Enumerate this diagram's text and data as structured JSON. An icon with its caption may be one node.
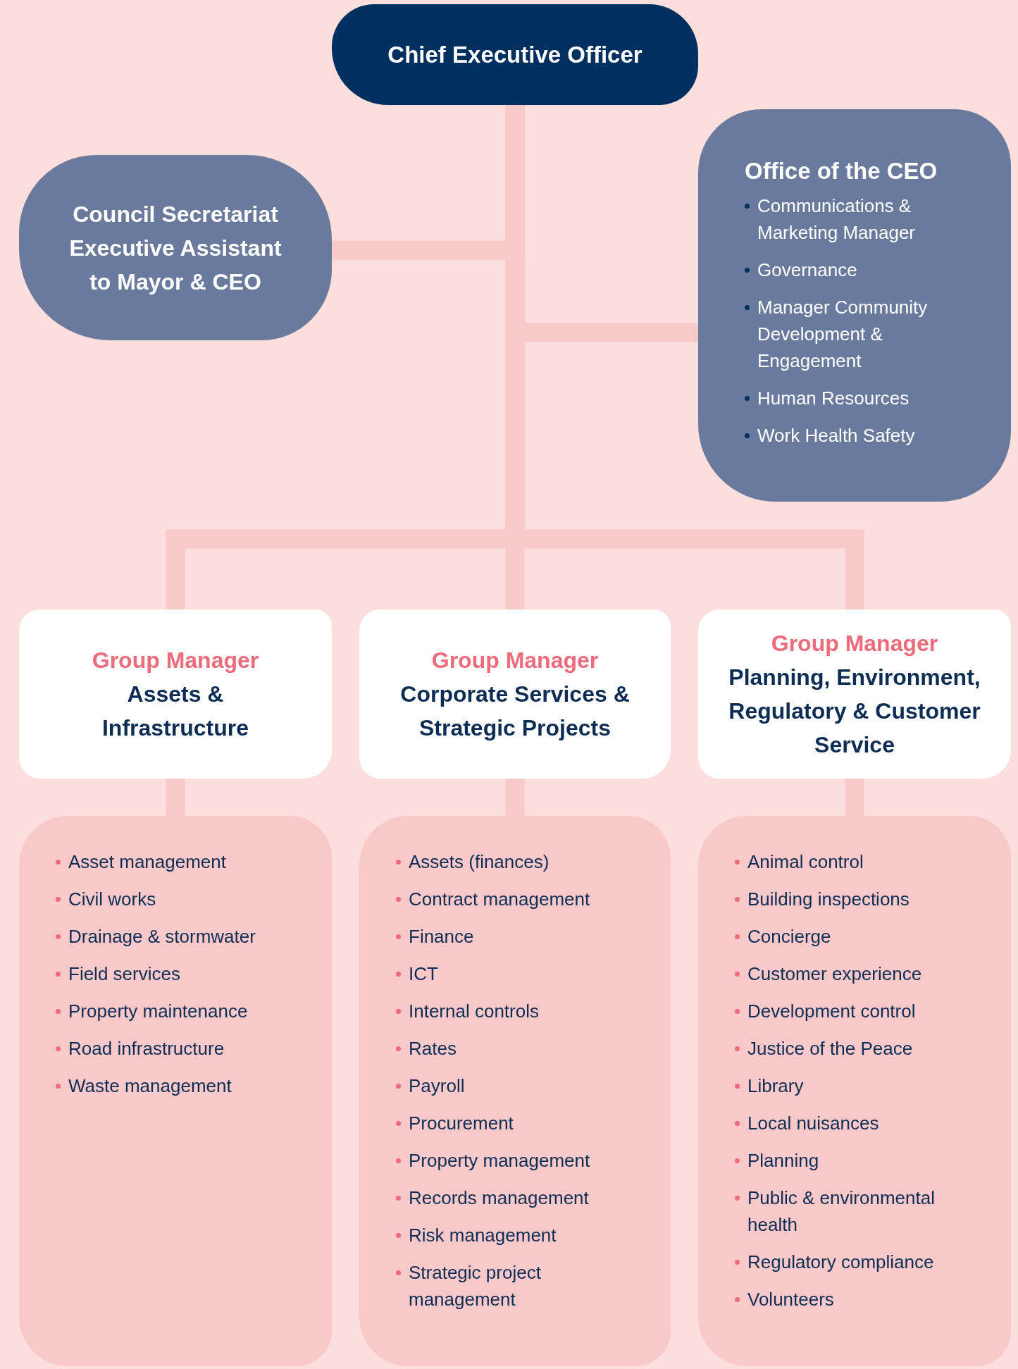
{
  "diagram": {
    "nodes": [
      {
        "text": [
          "Chief Executive Officer"
        ]
      },
      {
        "text": [
          "Council Secretariat Executive Assistant to Mayor & CEO"
        ]
      },
      {
        "text": [
          "Office of the CEO",
          "Communications & Marketing Manager",
          "Governance",
          "Manager Community Development & Engagement",
          "Human Resources",
          "Work Health Safety"
        ]
      },
      {
        "text": [
          "Group Manager",
          "Assets & Infrastructure"
        ]
      },
      {
        "text": [
          "Group Manager",
          "Corporate Services & Strategic Projects"
        ]
      },
      {
        "text": [
          "Group Manager",
          "Planning, Environment, Regulatory & Customer Service"
        ]
      },
      {
        "text": [
          "Asset management",
          "Civil works",
          "Drainage & stormwater",
          "Field services",
          "Property maintenance",
          "Road infrastructure",
          "Waste management"
        ]
      },
      {
        "text": [
          "Assets (finances)",
          "Contract management",
          "Finance",
          "ICT",
          "Internal controls",
          "Rates",
          "Payroll",
          "Procurement",
          "Property management",
          "Records management",
          "Risk management",
          "Strategic project management"
        ]
      },
      {
        "text": [
          "Animal control",
          "Building inspections",
          "Concierge",
          "Customer experience",
          "Development control",
          "Justice of the Peace",
          "Library",
          "Local nuisances",
          "Planning",
          "Public & environmental health",
          "Regulatory compliance",
          "Volunteers"
        ]
      }
    ],
    "edges": [
      {
        "from": 0,
        "to": 1,
        "arrow": "none"
      },
      {
        "from": 0,
        "to": 2,
        "arrow": "none"
      },
      {
        "from": 0,
        "to": 3,
        "arrow": "none"
      },
      {
        "from": 0,
        "to": 4,
        "arrow": "none"
      },
      {
        "from": 0,
        "to": 5,
        "arrow": "none"
      },
      {
        "from": 3,
        "to": 6,
        "arrow": "none"
      },
      {
        "from": 4,
        "to": 7,
        "arrow": "none"
      },
      {
        "from": 5,
        "to": 8,
        "arrow": "none"
      }
    ]
  }
}
